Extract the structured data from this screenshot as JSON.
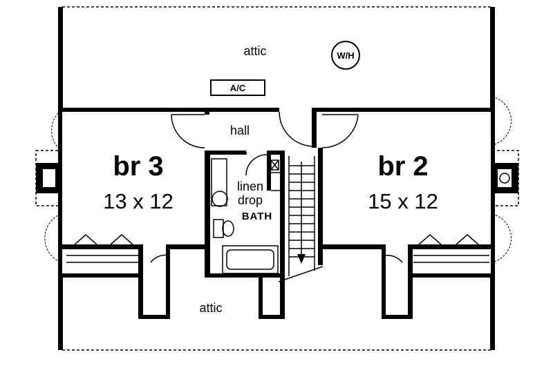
{
  "rooms": {
    "attic_top": "attic",
    "attic_bottom": "attic",
    "hall": "hall",
    "br3_name": "br 3",
    "br3_dim": "13 x 12",
    "br2_name": "br 2",
    "br2_dim": "15 x 12",
    "linen_line1": "linen",
    "linen_line2": "drop",
    "bath": "BATH"
  },
  "fixtures": {
    "ac": "A/C",
    "water_heater": "W/H"
  }
}
